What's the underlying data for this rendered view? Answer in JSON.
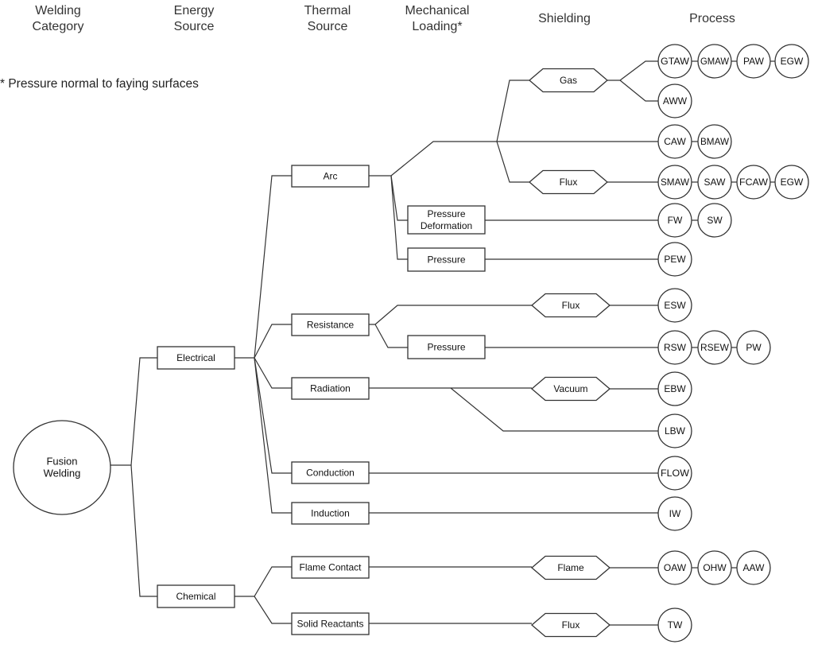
{
  "headers": [
    [
      "Welding",
      "Category"
    ],
    [
      "Energy",
      "Source"
    ],
    [
      "Thermal",
      "Source"
    ],
    [
      "Mechanical",
      "Loading*"
    ],
    [
      "Shielding"
    ],
    [
      "Process"
    ]
  ],
  "footnote": "* Pressure normal to faying surfaces",
  "nodes": {
    "fusion": {
      "label": [
        "Fusion",
        "Welding"
      ]
    },
    "electrical": {
      "label": [
        "Electrical"
      ]
    },
    "chemical": {
      "label": [
        "Chemical"
      ]
    },
    "arc": {
      "label": [
        "Arc"
      ]
    },
    "resistance": {
      "label": [
        "Resistance"
      ]
    },
    "radiation": {
      "label": [
        "Radiation"
      ]
    },
    "conduction": {
      "label": [
        "Conduction"
      ]
    },
    "induction": {
      "label": [
        "Induction"
      ]
    },
    "flame_contact": {
      "label": [
        "Flame Contact"
      ]
    },
    "solid": {
      "label": [
        "Solid Reactants"
      ]
    },
    "press_def": {
      "label": [
        "Pressure",
        "Deformation"
      ]
    },
    "pressure_arc": {
      "label": [
        "Pressure"
      ]
    },
    "pressure_res": {
      "label": [
        "Pressure"
      ]
    },
    "gas": {
      "label": [
        "Gas"
      ]
    },
    "flux_arc": {
      "label": [
        "Flux"
      ]
    },
    "flux_res": {
      "label": [
        "Flux"
      ]
    },
    "vacuum": {
      "label": [
        "Vacuum"
      ]
    },
    "flame": {
      "label": [
        "Flame"
      ]
    },
    "flux_chem": {
      "label": [
        "Flux"
      ]
    },
    "gtaw": {
      "label": [
        "GTAW"
      ]
    },
    "gmaw": {
      "label": [
        "GMAW"
      ]
    },
    "paw": {
      "label": [
        "PAW"
      ]
    },
    "egw1": {
      "label": [
        "EGW"
      ]
    },
    "aww": {
      "label": [
        "AWW"
      ]
    },
    "caw": {
      "label": [
        "CAW"
      ]
    },
    "bmaw": {
      "label": [
        "BMAW"
      ]
    },
    "smaw": {
      "label": [
        "SMAW"
      ]
    },
    "saw": {
      "label": [
        "SAW"
      ]
    },
    "fcaw": {
      "label": [
        "FCAW"
      ]
    },
    "egw2": {
      "label": [
        "EGW"
      ]
    },
    "fw": {
      "label": [
        "FW"
      ]
    },
    "sw": {
      "label": [
        "SW"
      ]
    },
    "pew": {
      "label": [
        "PEW"
      ]
    },
    "esw": {
      "label": [
        "ESW"
      ]
    },
    "rsw": {
      "label": [
        "RSW"
      ]
    },
    "rsew": {
      "label": [
        "RSEW"
      ]
    },
    "pw": {
      "label": [
        "PW"
      ]
    },
    "ebw": {
      "label": [
        "EBW"
      ]
    },
    "lbw": {
      "label": [
        "LBW"
      ]
    },
    "flow": {
      "label": [
        "FLOW"
      ]
    },
    "iw": {
      "label": [
        "IW"
      ]
    },
    "oaw": {
      "label": [
        "OAW"
      ]
    },
    "ohw": {
      "label": [
        "OHW"
      ]
    },
    "aaw": {
      "label": [
        "AAW"
      ]
    },
    "tw": {
      "label": [
        "TW"
      ]
    }
  },
  "edges": [
    [
      "fusion",
      "electrical"
    ],
    [
      "fusion",
      "chemical"
    ],
    [
      "electrical",
      "arc"
    ],
    [
      "electrical",
      "resistance"
    ],
    [
      "electrical",
      "radiation"
    ],
    [
      "electrical",
      "conduction"
    ],
    [
      "electrical",
      "induction"
    ],
    [
      "chemical",
      "flame_contact"
    ],
    [
      "chemical",
      "solid"
    ],
    [
      "arc",
      "gas"
    ],
    [
      "arc",
      "caw"
    ],
    [
      "arc",
      "flux_arc"
    ],
    [
      "arc",
      "press_def"
    ],
    [
      "arc",
      "pressure_arc"
    ],
    [
      "gas",
      "gtaw"
    ],
    [
      "gas",
      "aww"
    ],
    [
      "caw",
      "bmaw"
    ],
    [
      "flux_arc",
      "smaw"
    ],
    [
      "smaw",
      "saw"
    ],
    [
      "saw",
      "fcaw"
    ],
    [
      "fcaw",
      "egw2"
    ],
    [
      "gtaw",
      "gmaw"
    ],
    [
      "gmaw",
      "paw"
    ],
    [
      "paw",
      "egw1"
    ],
    [
      "press_def",
      "fw"
    ],
    [
      "fw",
      "sw"
    ],
    [
      "pressure_arc",
      "pew"
    ],
    [
      "resistance",
      "flux_res"
    ],
    [
      "resistance",
      "pressure_res"
    ],
    [
      "flux_res",
      "esw"
    ],
    [
      "pressure_res",
      "rsw"
    ],
    [
      "rsw",
      "rsew"
    ],
    [
      "rsew",
      "pw"
    ],
    [
      "radiation",
      "vacuum"
    ],
    [
      "radiation",
      "lbw"
    ],
    [
      "vacuum",
      "ebw"
    ],
    [
      "conduction",
      "flow"
    ],
    [
      "induction",
      "iw"
    ],
    [
      "flame_contact",
      "flame"
    ],
    [
      "flame",
      "oaw"
    ],
    [
      "oaw",
      "ohw"
    ],
    [
      "ohw",
      "aaw"
    ],
    [
      "solid",
      "flux_chem"
    ],
    [
      "flux_chem",
      "tw"
    ]
  ]
}
